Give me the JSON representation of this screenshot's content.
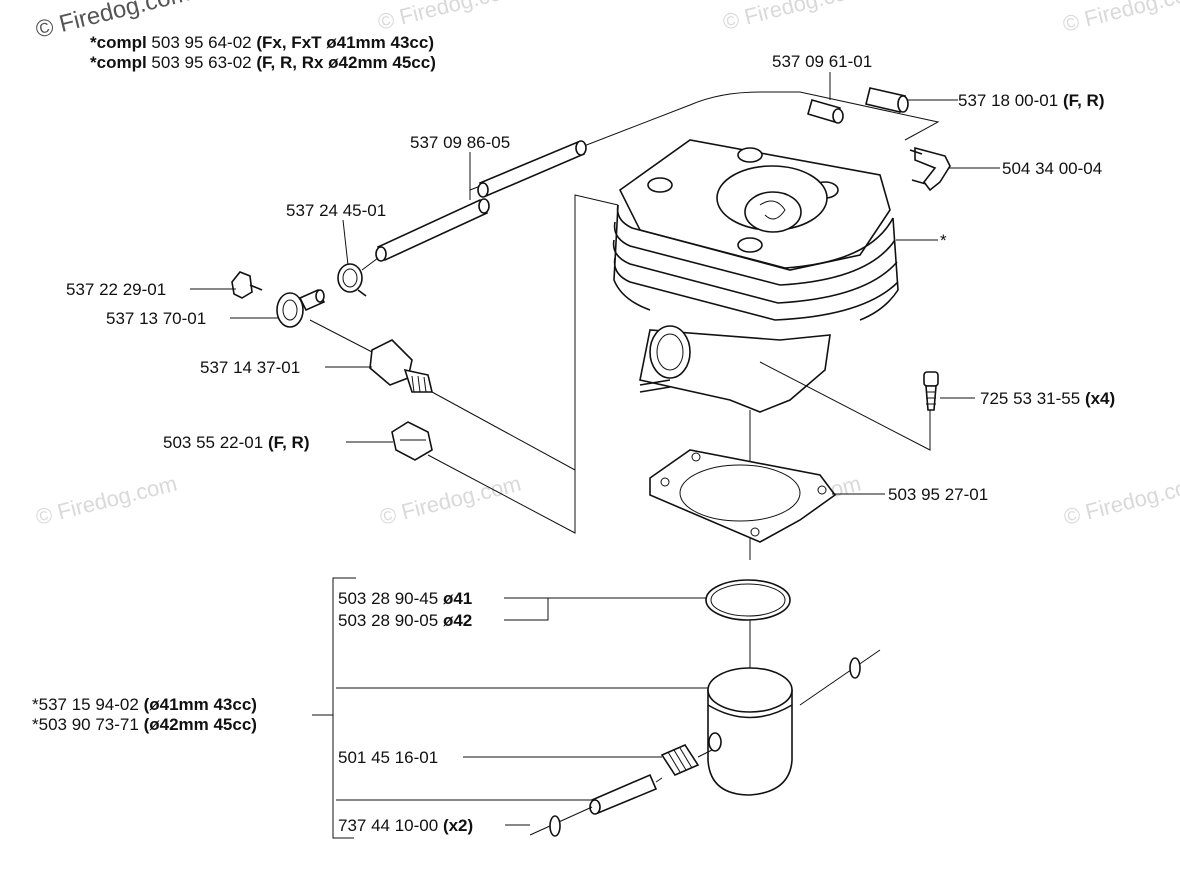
{
  "watermark": "© Firedog.com",
  "header": {
    "line1": {
      "prefix": "*compl",
      "number": "503 95 64-02",
      "note": "(Fx, FxT ø41mm 43cc)"
    },
    "line2": {
      "prefix": "*compl",
      "number": "503 95 63-02",
      "note": "(F, R, Rx ø42mm 45cc)"
    }
  },
  "parts": {
    "p_537096101": {
      "number": "537 09 61-01"
    },
    "p_537180001": {
      "number": "537 18 00-01",
      "note": "(F, R)"
    },
    "p_537098605": {
      "number": "537 09 86-05"
    },
    "p_504340004": {
      "number": "504 34 00-04"
    },
    "p_537244501": {
      "number": "537 24 45-01"
    },
    "p_cylinder": {
      "number": "*"
    },
    "p_537222901": {
      "number": "537 22 29-01"
    },
    "p_537137001": {
      "number": "537 13 70-01"
    },
    "p_537143701": {
      "number": "537 14 37-01"
    },
    "p_725533155": {
      "number": "725 53 31-55",
      "note": "(x4)"
    },
    "p_503552201": {
      "number": "503 55 22-01",
      "note": "(F, R)"
    },
    "p_503952701": {
      "number": "503 95 27-01"
    },
    "p_503289045": {
      "number": "503 28 90-45",
      "note": "ø41"
    },
    "p_503289005": {
      "number": "503 28 90-05",
      "note": "ø42"
    },
    "p_537159402": {
      "number": "*537 15 94-02",
      "note": "(ø41mm 43cc)"
    },
    "p_503907371": {
      "number": "*503 90 73-71",
      "note": "(ø42mm 45cc)"
    },
    "p_501451601": {
      "number": "501 45 16-01"
    },
    "p_737441000": {
      "number": "737 44 10-00",
      "note": "(x2)"
    }
  }
}
